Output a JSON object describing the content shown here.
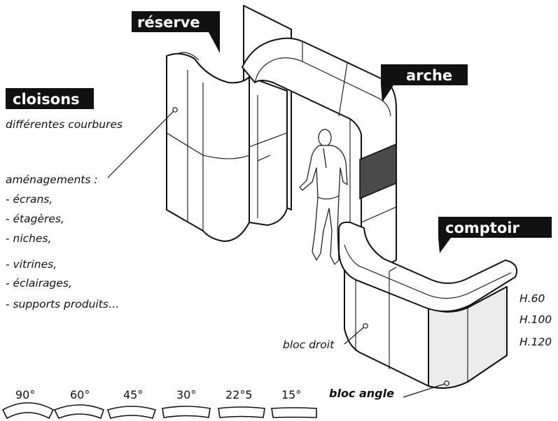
{
  "labels": {
    "reserve": "réserve",
    "cloisons": "cloisons",
    "arche": "arche",
    "comptoir": "comptoir"
  },
  "notes": {
    "courbures": "différentes courbures",
    "amenagements_title": "aménagements :",
    "amenagements": [
      "- écrans,",
      "- étagères,",
      "- niches,",
      "- vitrines,",
      "- éclairages,",
      "- supports produits…"
    ],
    "bloc_droit": "bloc droit",
    "bloc_angle": "bloc angle"
  },
  "heights": [
    "H.60",
    "H.100",
    "H.120"
  ],
  "curvatures": [
    "90°",
    "60°",
    "45°",
    "30°",
    "22°5",
    "15°"
  ],
  "colors": {
    "ink": "#111111",
    "screen": "#4a4a4a",
    "shade": "#ebebeb"
  }
}
